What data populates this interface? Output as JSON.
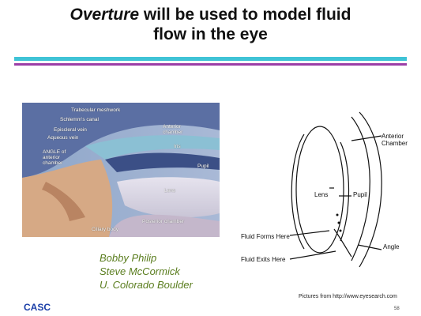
{
  "slide": {
    "title_italic": "Overture",
    "title_rest_line1": " will be used to model fluid",
    "title_line2": "flow in the eye",
    "colors": {
      "rule_cyan": "#3fc3d6",
      "rule_purple": "#9b3ea7",
      "author": "#5a7d1e",
      "logo": "#1a3ea8"
    }
  },
  "left_figure": {
    "labels": {
      "trabecular": "Trabecular meshwork",
      "schlemm": "Schlemm's canal",
      "episcleral": "Episcleral vein",
      "aqueous": "Aqueous vein",
      "angle1": "ANGLE of",
      "angle2": "anterior",
      "angle3": "chamber",
      "anterior1": "Anterior",
      "anterior2": "chamber",
      "iris": "Iris",
      "pupil": "Pupil",
      "lens": "Lens",
      "posterior": "Posterior chamber",
      "ciliary": "Ciliary body"
    }
  },
  "right_figure": {
    "labels": {
      "anterior1": "Anterior",
      "anterior2": "Chamber",
      "lens": "Lens",
      "pupil": "Pupil",
      "forms": "Fluid Forms Here",
      "exits": "Fluid Exits Here",
      "angle": "Angle"
    }
  },
  "authors": [
    "Bobby Philip",
    "Steve McCormick",
    "U. Colorado Boulder"
  ],
  "credit": "Pictures from http://www.eyesearch.com",
  "logo": "CASC",
  "page_number": "58"
}
